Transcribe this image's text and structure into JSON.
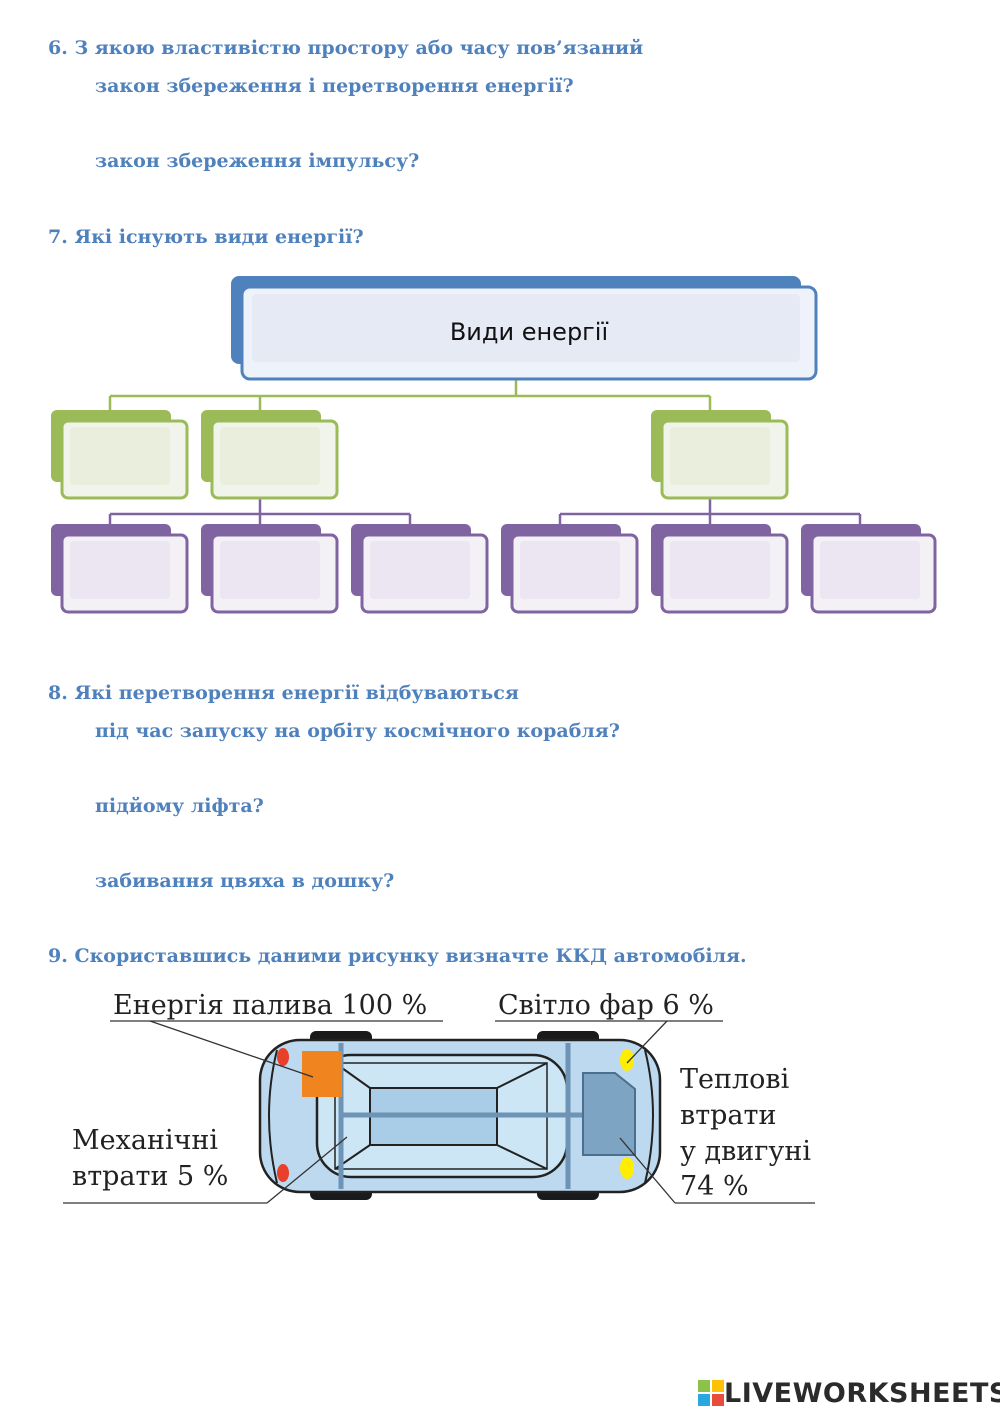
{
  "q6": {
    "title": "6. З якою властивістю простору або часу пов’язаний",
    "sub1": "закон збереження і перетворення енергії?",
    "sub2": "закон збереження імпульсу?"
  },
  "q7": {
    "title": "7.  Які існують види енергії?",
    "root_label": "Види енергії"
  },
  "q8": {
    "title": "8. Які перетворення енергії відбуваються",
    "sub1": "під час запуску на орбіту космічного корабля?",
    "sub2": "підйому ліфта?",
    "sub3": "забивання цвяха в дошку?"
  },
  "q9": {
    "title": "9. Скориставшись даними рисунку визначте ККД автомобіля.",
    "fuel": "Енергія палива 100 %",
    "lights": "Світло фар 6 %",
    "mech_line1": "Механічні",
    "mech_line2": "втрати 5 %",
    "heat_line1": "Теплові",
    "heat_line2": "втрати",
    "heat_line3": "у двигуні",
    "heat_line4": "74 %"
  },
  "colors": {
    "question_text": "#4f81bd",
    "blue_box": "#4f81bd",
    "green_box": "#9bbb59",
    "purple_box": "#8064a2"
  },
  "footer": {
    "logo_text": "LIVEWORKSHEETS"
  }
}
